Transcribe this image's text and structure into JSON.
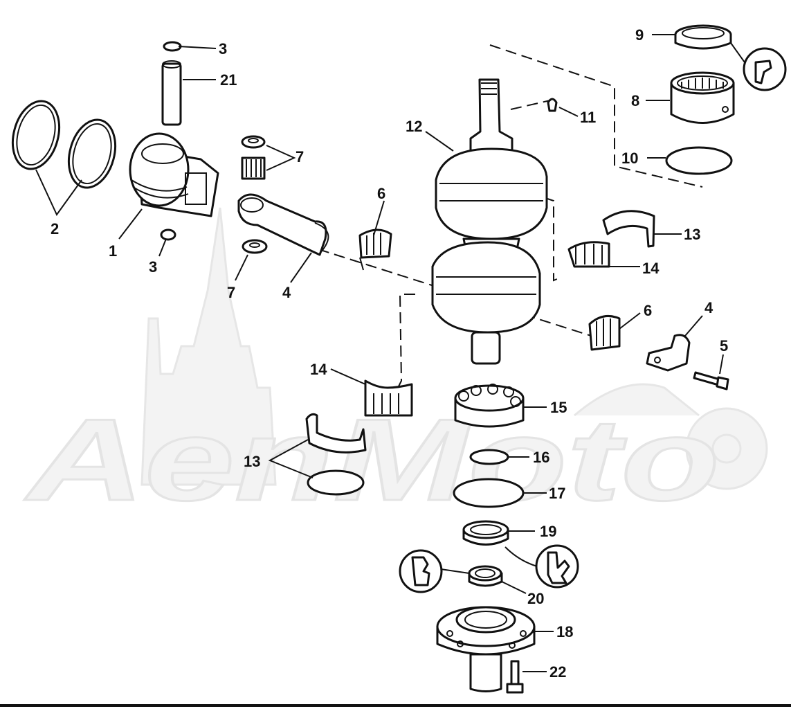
{
  "watermark": {
    "text": "AenMoto"
  },
  "callouts": {
    "c1": "1",
    "c2": "2",
    "c3a": "3",
    "c3b": "3",
    "c4a": "4",
    "c4b": "4",
    "c5": "5",
    "c6a": "6",
    "c6b": "6",
    "c7a": "7",
    "c7b": "7",
    "c8": "8",
    "c9": "9",
    "c10": "10",
    "c11": "11",
    "c12": "12",
    "c13a": "13",
    "c13b": "13",
    "c14a": "14",
    "c14b": "14",
    "c15": "15",
    "c16": "16",
    "c17": "17",
    "c18": "18",
    "c19": "19",
    "c20": "20",
    "c21": "21",
    "c22": "22"
  },
  "icons": {
    "sealant_top": "sealant-application-icon",
    "sealant_left": "sealant-application-icon",
    "sealant_right": "sealant-application-icon"
  }
}
